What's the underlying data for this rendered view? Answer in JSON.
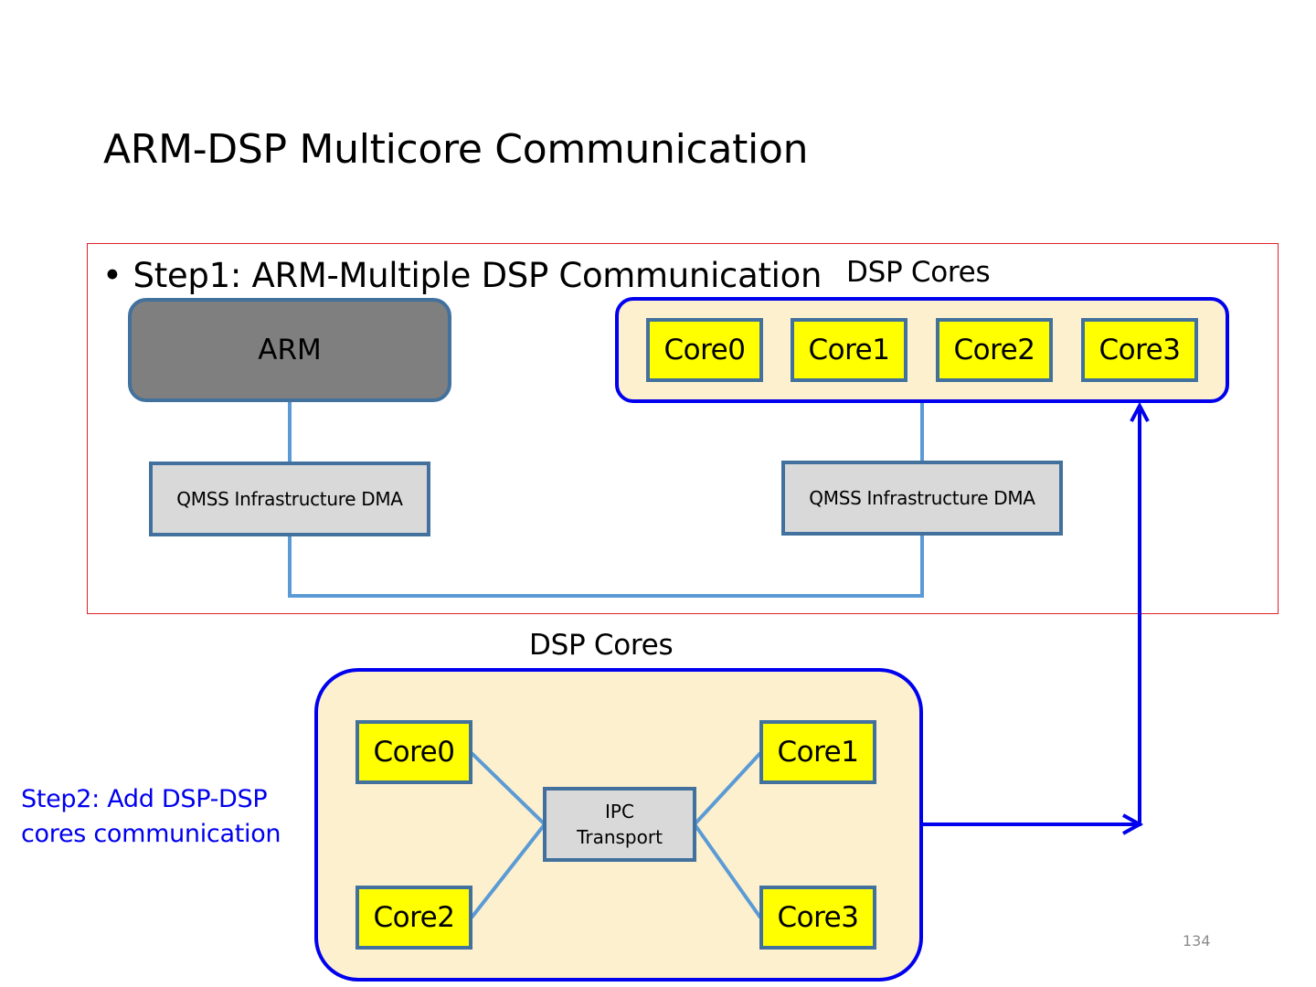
{
  "slide": {
    "title": "ARM-DSP Multicore Communication",
    "page_number": "134"
  },
  "step1": {
    "bullet": "•",
    "heading": "Step1: ARM-Multiple DSP Communication",
    "arm_label": "ARM",
    "dsp_group_label": "DSP Cores",
    "cores": [
      "Core0",
      "Core1",
      "Core2",
      "Core3"
    ],
    "qmss_left": "QMSS Infrastructure DMA",
    "qmss_right": "QMSS Infrastructure DMA"
  },
  "step2": {
    "caption_line1": "Step2: Add DSP-DSP",
    "caption_line2": "cores communication",
    "dsp_group_label": "DSP Cores",
    "cores": [
      "Core0",
      "Core1",
      "Core2",
      "Core3"
    ],
    "ipc_line1": "IPC",
    "ipc_line2": "Transport"
  },
  "colors": {
    "frame_red": "#e0202a",
    "group_blue": "#0000ee",
    "connector_blue": "#5b9bd5",
    "box_border": "#41719c",
    "core_yellow": "#ffff00",
    "group_fill": "#fdf0cf",
    "arm_gray": "#7f7f7f",
    "dma_gray": "#d9d9d9"
  }
}
